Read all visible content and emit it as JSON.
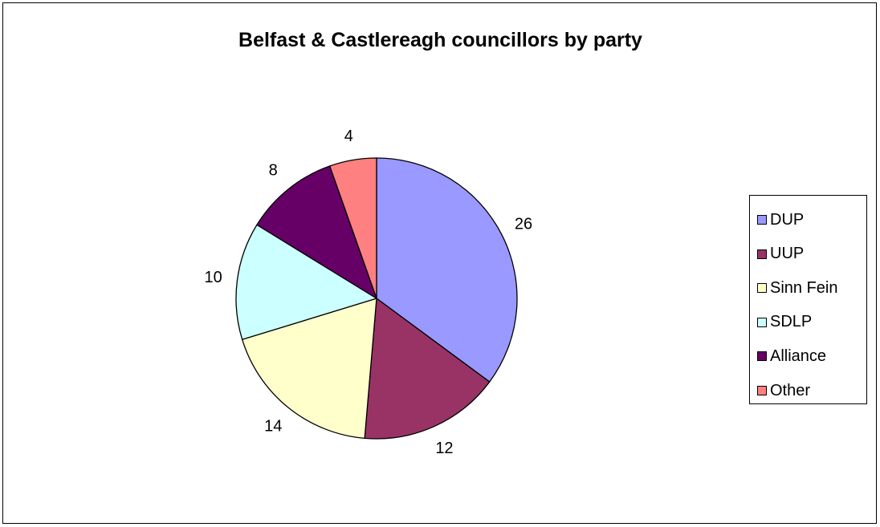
{
  "chart_data": {
    "type": "pie",
    "title": "Belfast & Castlereagh councillors by party",
    "categories": [
      "DUP",
      "UUP",
      "Sinn Fein",
      "SDLP",
      "Alliance",
      "Other"
    ],
    "values": [
      26,
      12,
      14,
      10,
      8,
      4
    ],
    "colors": [
      "#9999FF",
      "#993366",
      "#FFFFCC",
      "#CCFFFF",
      "#660066",
      "#FF8080"
    ],
    "data_labels": [
      "26",
      "12",
      "14",
      "10",
      "8",
      "4"
    ],
    "legend_position": "right",
    "start_angle": "12 o'clock",
    "direction": "clockwise"
  }
}
